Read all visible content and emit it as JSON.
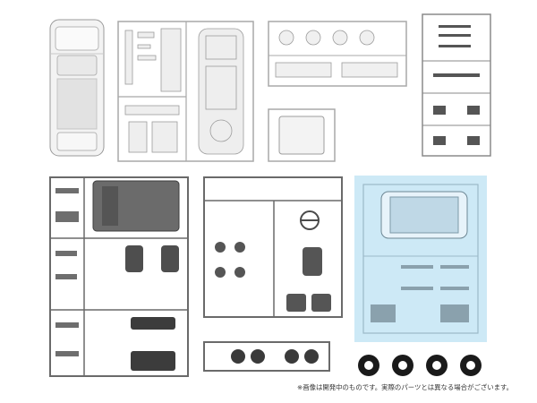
{
  "colors": {
    "white_parts": "#f2f2f2",
    "white_outline": "#9a9a9a",
    "gray_parts": "#7a7a7a",
    "gray_dark": "#4a4a4a",
    "clear_bg": "#cde9f6",
    "black_tire": "#1a1a1a"
  },
  "icons": [
    "car-body-part",
    "sprue-runner",
    "tire-icon",
    "seat-part",
    "steering-wheel-part"
  ],
  "disclaimer": "※画像は開発中のものです。実際のパーツとは異なる場合がございます。"
}
